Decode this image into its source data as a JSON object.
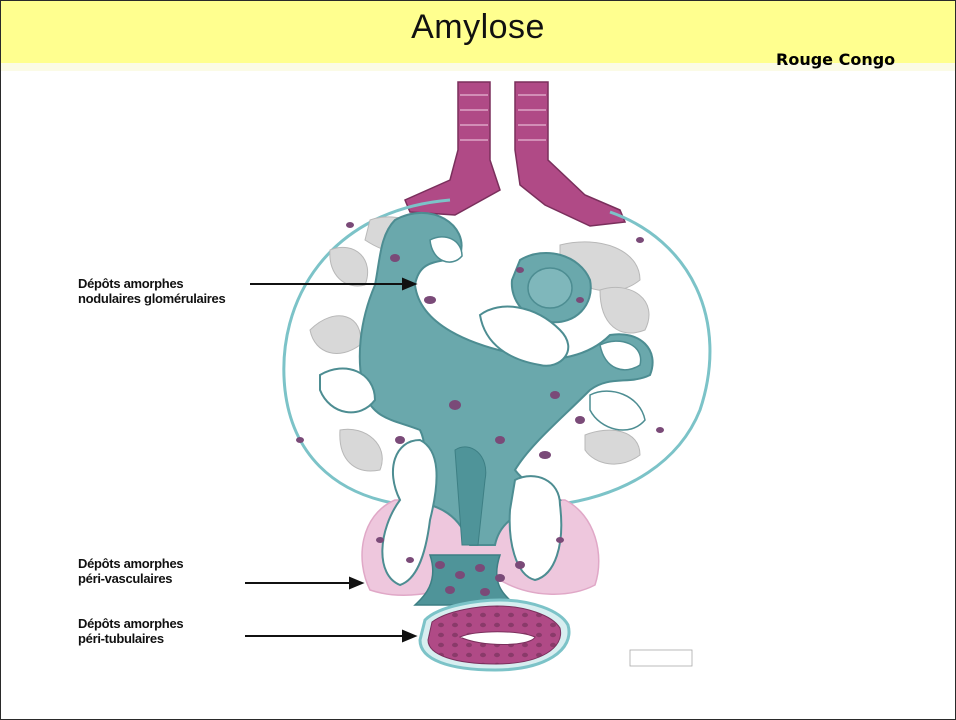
{
  "title": "Amylose",
  "stain_label": "Rouge Congo",
  "labels": [
    {
      "line1": "Dépôts amorphes",
      "line2": "nodulaires glomérulaires"
    },
    {
      "line1": "Dépôts amorphes",
      "line2": "péri-vasculaires"
    },
    {
      "line1": "Dépôts amorphes",
      "line2": "péri-tubulaires"
    }
  ],
  "colors": {
    "title_bg": "#ffff8f",
    "amyloid": "#6aa8ac",
    "epithelium": "#b04a86",
    "capsule": "#7cc3c8",
    "perivascular": "#eec7dd",
    "cell_nuclei": "#7a4a78"
  }
}
